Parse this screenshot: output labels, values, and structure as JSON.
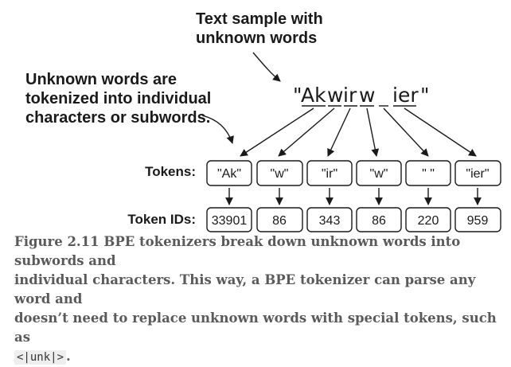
{
  "annotations": {
    "sample_line1": "Text sample with",
    "sample_line2": "unknown words",
    "unknown_line1": "Unknown words are",
    "unknown_line2": "tokenized into individual",
    "unknown_line3": "characters or subwords."
  },
  "sample": {
    "open_quote": "\"",
    "segments": [
      "Ak",
      "w",
      "ir",
      "w",
      " ",
      "ier"
    ],
    "close_quote": "\""
  },
  "labels": {
    "tokens": "Tokens:",
    "token_ids": "Token IDs:"
  },
  "tokens": [
    "\"Ak\"",
    "\"w\"",
    "\"ir\"",
    "\"w\"",
    "\" \"",
    "\"ier\""
  ],
  "token_ids": [
    "33901",
    "86",
    "343",
    "86",
    "220",
    "959"
  ],
  "caption": {
    "line1": "Figure 2.11 BPE tokenizers break down unknown words into subwords and",
    "line2": "individual characters. This way, a BPE tokenizer can parse any word and",
    "line3": "doesn’t need to replace unknown words with special tokens, such as",
    "code": "<|unk|>",
    "end": "."
  },
  "colors": {
    "ink": "#1a1a1a",
    "caption": "#5a5a5a",
    "code_bg": "#eeeeee"
  }
}
